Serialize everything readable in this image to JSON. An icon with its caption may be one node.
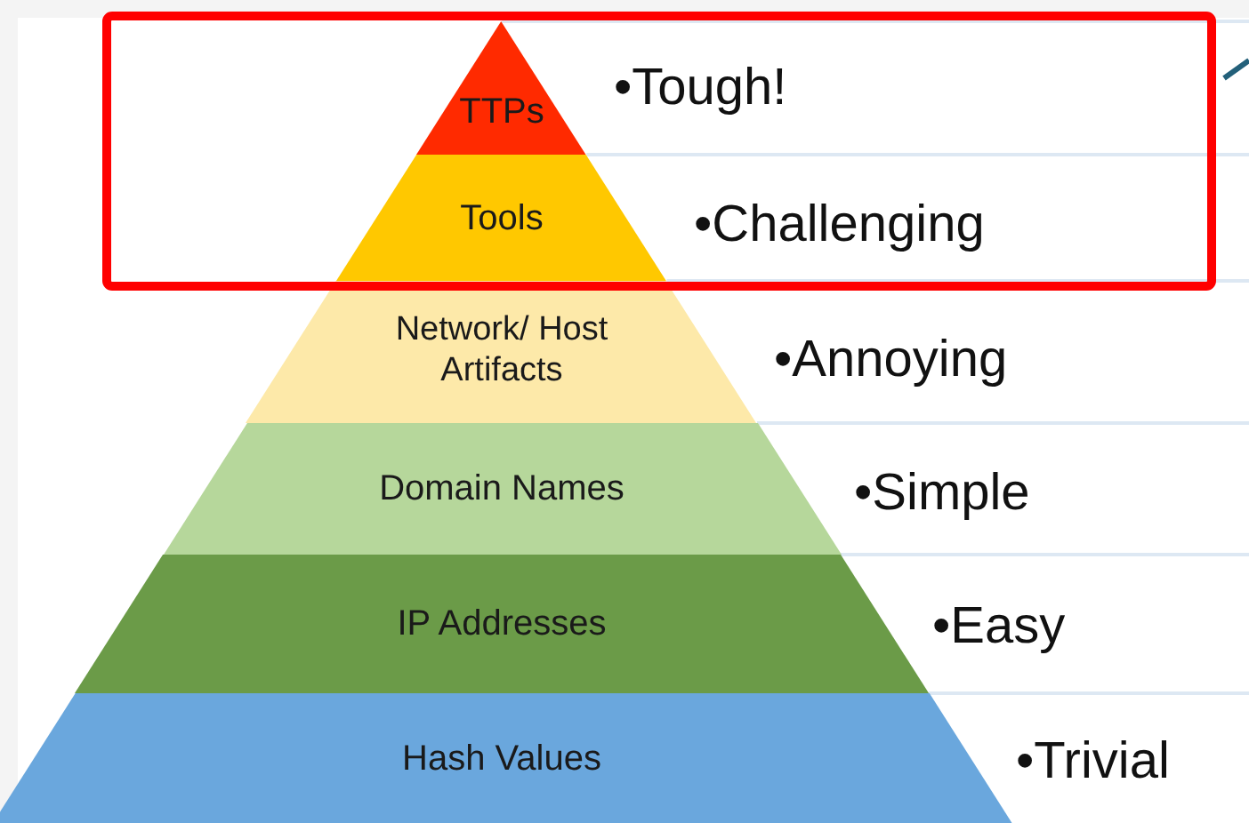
{
  "diagram": {
    "nodes": [
      {
        "text": [
          "TTPs"
        ],
        "beside": [
          "•Tough!"
        ]
      },
      {
        "text": [
          "Tools"
        ],
        "beside": [
          "•Challenging"
        ]
      },
      {
        "text": [
          "Network/ Host Artifacts"
        ],
        "beside": [
          "•Annoying"
        ]
      },
      {
        "text": [
          "Domain Names"
        ],
        "beside": [
          "•Simple"
        ]
      },
      {
        "text": [
          "IP Addresses"
        ],
        "beside": [
          "•Easy"
        ]
      },
      {
        "text": [
          "Hash Values"
        ],
        "beside": [
          "•Trivial"
        ]
      }
    ]
  }
}
